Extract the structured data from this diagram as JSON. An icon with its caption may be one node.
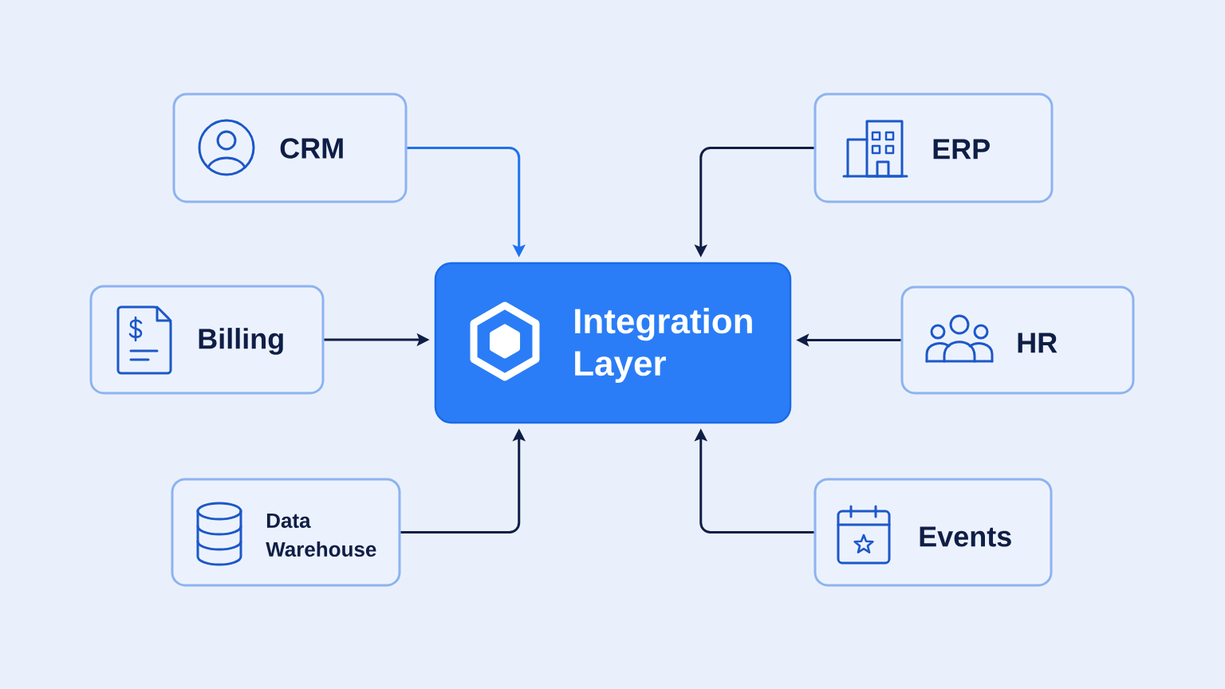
{
  "diagram": {
    "nodes": [
      {
        "text": [
          "CRM"
        ]
      },
      {
        "text": [
          "ERP"
        ]
      },
      {
        "text": [
          "Billing"
        ]
      },
      {
        "text": [
          "Integration Layer"
        ]
      },
      {
        "text": [
          "HR"
        ]
      },
      {
        "text": [
          "Data Warehouse"
        ]
      },
      {
        "text": [
          "Events"
        ]
      }
    ],
    "edges": [
      {
        "from": 0,
        "to": 3,
        "arrow": "to",
        "color": "#1f72f0"
      },
      {
        "from": 1,
        "to": 3,
        "arrow": "to"
      },
      {
        "from": 2,
        "to": 3,
        "arrow": "to"
      },
      {
        "from": 4,
        "to": 3,
        "arrow": "to"
      },
      {
        "from": 5,
        "to": 3,
        "arrow": "to"
      },
      {
        "from": 6,
        "to": 3,
        "arrow": "to"
      }
    ]
  }
}
